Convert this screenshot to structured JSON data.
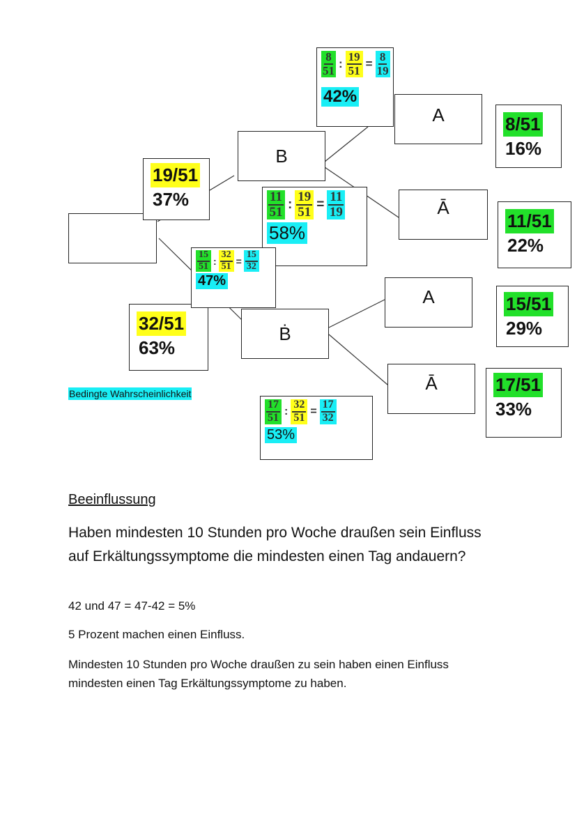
{
  "tree": {
    "node_b": "B",
    "node_b_not": "Ḃ",
    "node_a_top": "A",
    "node_a_not_top": "Ā",
    "node_a_bottom": "A",
    "node_a_not_bottom": "Ā",
    "branch_b": {
      "frac": "19/51",
      "pct": "37%"
    },
    "branch_b_not": {
      "frac": "32/51",
      "pct": "63%"
    },
    "outcomes": [
      {
        "frac": "8/51",
        "pct": "16%"
      },
      {
        "frac": "11/51",
        "pct": "22%"
      },
      {
        "frac": "15/51",
        "pct": "29%"
      },
      {
        "frac": "17/51",
        "pct": "33%"
      }
    ],
    "conditionals": [
      {
        "n1": "8",
        "d1": "51",
        "n2": "19",
        "d2": "51",
        "n3": "8",
        "d3": "19",
        "colon": ":",
        "eq": "=",
        "pct": "42%"
      },
      {
        "n1": "11",
        "d1": "51",
        "n2": "19",
        "d2": "51",
        "n3": "11",
        "d3": "19",
        "colon": ":",
        "eq": "=",
        "pct": "58%"
      },
      {
        "n1": "15",
        "d1": "51",
        "n2": "32",
        "d2": "51",
        "n3": "15",
        "d3": "32",
        "colon": ":",
        "eq": "=",
        "pct": "47%"
      },
      {
        "n1": "17",
        "d1": "51",
        "n2": "32",
        "d2": "51",
        "n3": "17",
        "d3": "32",
        "colon": ":",
        "eq": "=",
        "pct": "53%"
      }
    ],
    "legend_label": "Bedingte Wahrscheinlichkeit"
  },
  "section": {
    "heading": "Beeinflussung",
    "question": "Haben mindesten 10 Stunden pro Woche draußen sein Einfluss auf Erkältungssymptome die mindesten einen Tag andauern?",
    "calc": "42 und 47 = 47-42 = 5%",
    "line2": "5 Prozent machen einen Einfluss.",
    "conclusion": "Mindesten 10 Stunden pro Woche draußen zu sein haben einen Einfluss mindesten einen Tag Erkältungssymptome zu haben."
  }
}
